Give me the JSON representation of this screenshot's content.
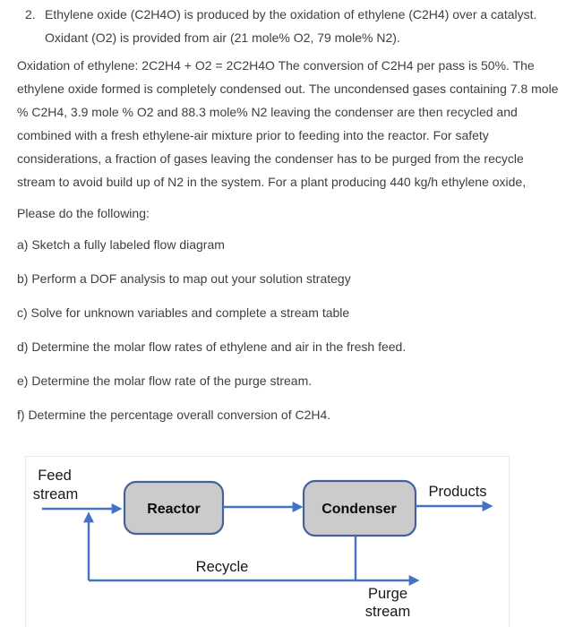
{
  "problem": {
    "number": "2.",
    "lines": [
      "Ethylene oxide (C2H4O) is produced by the oxidation of ethylene (C2H4) over a catalyst.",
      "Oxidant (O2) is provided from air (21 mole% O2, 79 mole% N2)."
    ]
  },
  "paragraph": {
    "full_text": "Oxidation of ethylene: 2C2H4 + O2 = 2C2H4O The conversion of C2H4 per pass is 50%. The ethylene oxide formed is completely condensed out. The uncondensed gases containing 7.8 mole % C2H4, 3.9 mole % O2 and 88.3 mole% N2 leaving the condenser are then recycled and combined with a fresh ethylene-air mixture prior to feeding into the reactor. For safety considerations, a fraction of gases leaving the condenser has to be purged from the recycle stream to avoid build up of N2 in the system. For a plant producing 440 kg/h ethylene oxide,",
    "lines": [
      "Oxidation of ethylene: 2C2H4 + O2 = 2C2H4O The conversion of C2H4 per pass is 50%. The",
      "ethylene oxide formed is completely condensed out. The uncondensed gases containing 7.8 mole",
      "% C2H4, 3.9 mole % O2 and 88.3 mole% N2 leaving the condenser are then recycled and",
      "combined with a fresh ethylene-air mixture prior to feeding into the reactor. For safety",
      "considerations, a fraction of gases leaving the condenser has to be purged from the recycle",
      "stream to avoid build up of N2 in the system. For a plant producing 440 kg/h ethylene oxide,"
    ]
  },
  "tasks": {
    "intro": "Please do the following:",
    "items": [
      "a) Sketch a fully labeled flow diagram",
      "b) Perform a DOF analysis to map out your solution strategy",
      "c) Solve for unknown variables and complete a stream table",
      "d) Determine the molar flow rates of ethylene and air in the fresh feed.",
      "e) Determine the molar flow rate of the purge stream.",
      "f) Determine the percentage overall conversion of C2H4."
    ]
  },
  "diagram": {
    "feed_label_line1": "Feed",
    "feed_label_line2": "stream",
    "reactor": "Reactor",
    "condenser": "Condenser",
    "products": "Products",
    "recycle": "Recycle",
    "purge_label_line1": "Purge",
    "purge_label_line2": "stream",
    "colors": {
      "arrow": "#4472c4",
      "box_fill": "#cbcbcb",
      "box_border": "#44639e",
      "container_border": "#e9e9e9",
      "body_text": "#3c4043",
      "diagram_text": "#17181a"
    }
  }
}
